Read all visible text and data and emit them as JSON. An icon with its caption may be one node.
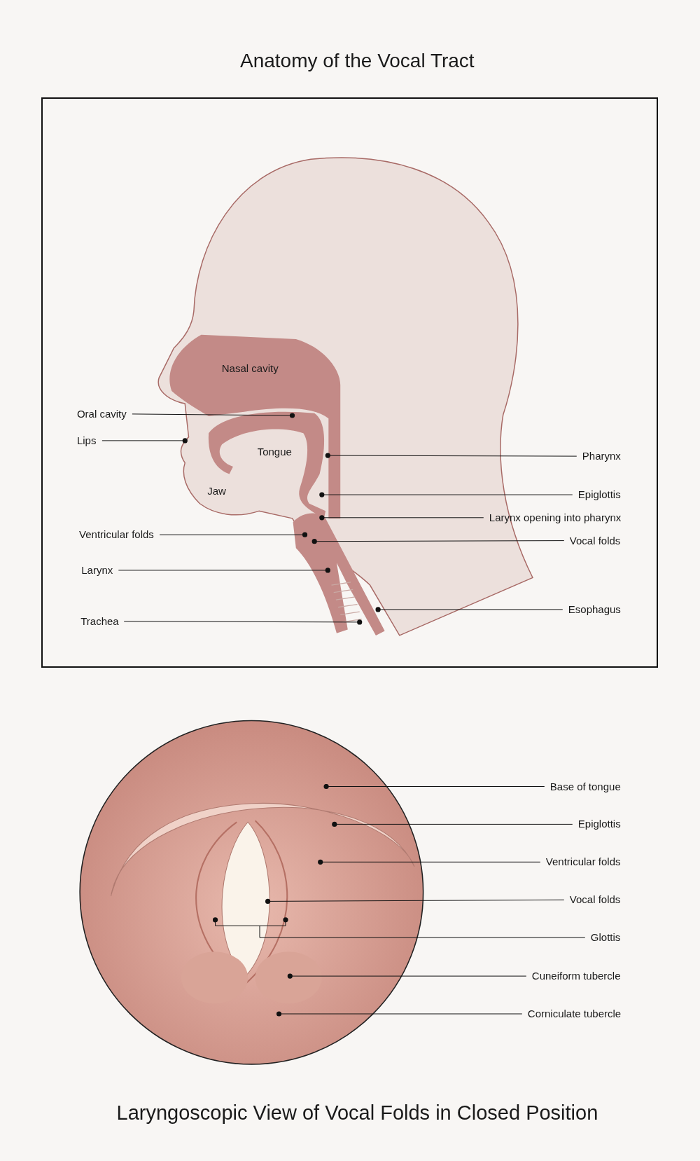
{
  "diagram": {
    "title": "Anatomy of the Vocal Tract",
    "caption": "Laryngoscopic View of Vocal Folds in Closed Position",
    "nodes": [
      {
        "text": [
          "Oral cavity"
        ]
      },
      {
        "text": [
          "Lips"
        ]
      },
      {
        "text": [
          "Pharynx"
        ]
      },
      {
        "text": [
          "Epiglottis"
        ]
      },
      {
        "text": [
          "Larynx opening into pharynx"
        ]
      },
      {
        "text": [
          "Ventricular folds"
        ]
      },
      {
        "text": [
          "Vocal folds"
        ]
      },
      {
        "text": [
          "Larynx"
        ]
      },
      {
        "text": [
          "Esophagus"
        ]
      },
      {
        "text": [
          "Trachea"
        ]
      },
      {
        "text": [
          "Base of tongue"
        ]
      },
      {
        "text": [
          "Epiglottis"
        ]
      },
      {
        "text": [
          "Ventricular folds"
        ]
      },
      {
        "text": [
          "Vocal folds"
        ]
      },
      {
        "text": [
          "Glottis"
        ]
      },
      {
        "text": [
          "Cuneiform tubercle"
        ]
      },
      {
        "text": [
          "Corniculate tubercle"
        ]
      }
    ],
    "edges": [
      {
        "from": 0,
        "to": null,
        "arrow": "other"
      },
      {
        "from": 1,
        "to": null,
        "arrow": "other"
      },
      {
        "from": 2,
        "to": null,
        "arrow": "other"
      },
      {
        "from": 3,
        "to": null,
        "arrow": "other"
      },
      {
        "from": 4,
        "to": null,
        "arrow": "other"
      },
      {
        "from": 5,
        "to": null,
        "arrow": "other"
      },
      {
        "from": 6,
        "to": null,
        "arrow": "other"
      },
      {
        "from": 7,
        "to": null,
        "arrow": "other"
      },
      {
        "from": 8,
        "to": null,
        "arrow": "other"
      },
      {
        "from": 9,
        "to": null,
        "arrow": "other"
      },
      {
        "from": 10,
        "to": null,
        "arrow": "other"
      },
      {
        "from": 11,
        "to": null,
        "arrow": "other"
      },
      {
        "from": 12,
        "to": null,
        "arrow": "other"
      },
      {
        "from": 13,
        "to": null,
        "arrow": "other"
      },
      {
        "from": 14,
        "to": null,
        "arrow": "other"
      },
      {
        "from": 15,
        "to": null,
        "arrow": "other"
      },
      {
        "from": 16,
        "to": null,
        "arrow": "other"
      }
    ],
    "labels": [
      "Nasal cavity",
      "Tongue",
      "Jaw"
    ]
  }
}
